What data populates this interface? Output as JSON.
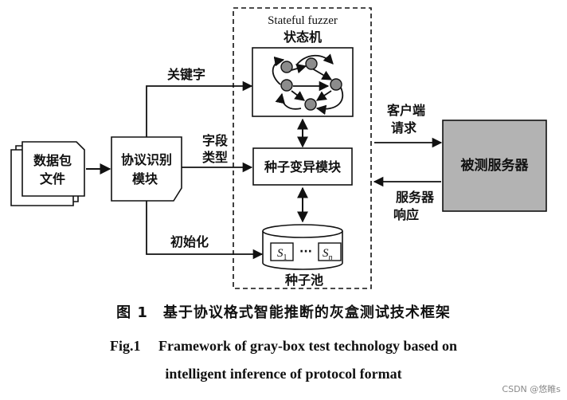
{
  "diagram": {
    "stateful_title": "Stateful fuzzer",
    "state_machine": "状态机",
    "packet_file_line1": "数据包",
    "packet_file_line2": "文件",
    "protocol_id_line1": "协议识别",
    "protocol_id_line2": "模块",
    "keyword": "关键字",
    "field_type_line1": "字段",
    "field_type_line2": "类型",
    "init": "初始化",
    "seed_mutation": "种子变异模块",
    "seed_pool": "种子池",
    "seed_s": "S",
    "seed_1_sub": "1",
    "seed_n_sub": "n",
    "ellipsis": "···",
    "client_request_line1": "客户端",
    "client_request_line2": "请求",
    "server_under_test": "被测服务器",
    "server_response_line1": "服务器",
    "server_response_line2": "响应"
  },
  "caption": {
    "chinese": "图 1　基于协议格式智能推断的灰盒测试技术框架",
    "english_line1": "Fig.1　 Framework of gray-box test technology based on",
    "english_line2": "intelligent inference of protocol format"
  },
  "watermark": "CSDN @悠睢s",
  "colors": {
    "server_fill": "#b3b3b3",
    "state_fill": "#8c8c8c",
    "stroke": "#111111"
  }
}
